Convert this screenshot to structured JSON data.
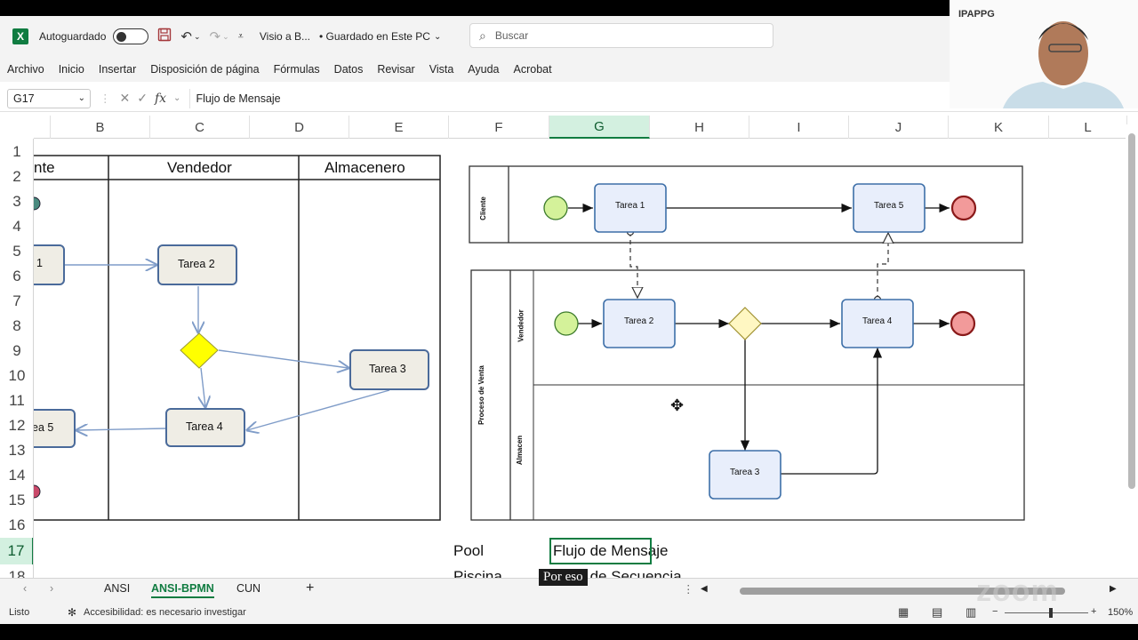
{
  "titlebar": {
    "app_icon": "X",
    "autosave_label": "Autoguardado",
    "autosave_state": "off",
    "save_icon": "save-icon",
    "file_name": "Visio a B...",
    "save_status": "• Guardado en Este PC",
    "search_placeholder": "Buscar"
  },
  "menu": [
    "Archivo",
    "Inicio",
    "Insertar",
    "Disposición de página",
    "Fórmulas",
    "Datos",
    "Revisar",
    "Vista",
    "Ayuda",
    "Acrobat"
  ],
  "formula_bar": {
    "name_box": "G17",
    "fx_label": "fx",
    "content": "Flujo de Mensaje"
  },
  "columns": [
    "B",
    "C",
    "D",
    "E",
    "F",
    "G",
    "H",
    "I",
    "J",
    "K",
    "L"
  ],
  "selected_column": "G",
  "rows": [
    "1",
    "2",
    "3",
    "4",
    "5",
    "6",
    "7",
    "8",
    "9",
    "10",
    "11",
    "12",
    "13",
    "14",
    "15",
    "16",
    "17",
    "18"
  ],
  "selected_row": "17",
  "left_diagram": {
    "lane_headers": [
      "nte",
      "Vendedor",
      "Almacenero"
    ],
    "tasks": [
      "1",
      "Tarea 2",
      "Tarea 3",
      "Tarea 4",
      "ea 5"
    ]
  },
  "right_diagram": {
    "pool1_label": "Cliente",
    "pool2_label": "Proceso de Venta",
    "lane1_label": "Vendedor",
    "lane2_label": "Almacen",
    "tasks": [
      "Tarea 1",
      "Tarea 5",
      "Tarea 2",
      "Tarea 4",
      "Tarea 3"
    ],
    "colors": {
      "start_event": "#d4f29a",
      "end_event": "#f29a9a",
      "gateway": "#fff7c2",
      "task_fill": "#e8eefb",
      "task_stroke": "#3d6fa8"
    }
  },
  "cells": {
    "f17": "Pool",
    "g17": "Flujo de Mensaje",
    "f18": "Piscina",
    "g18": "Flujo de Secuencia"
  },
  "sheet_tabs": [
    "ANSI",
    "ANSI-BPMN",
    "CUN"
  ],
  "active_tab": "ANSI-BPMN",
  "status": {
    "ready": "Listo",
    "accessibility": "Accesibilidad: es necesario investigar",
    "zoom": "150%"
  },
  "webcam": {
    "logo": "IPAPPG"
  },
  "caption": "Por eso",
  "watermark": "zoom"
}
